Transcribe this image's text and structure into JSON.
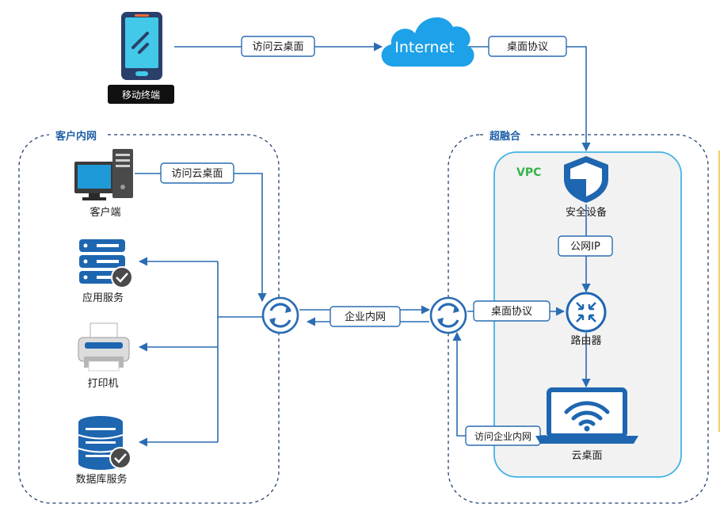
{
  "colors": {
    "line": "#2a6cb3",
    "cloud": "#1da1e8",
    "zone_title": "#1f5fa8",
    "vpc_title": "#36b24a",
    "vpc_fill": "#f2f2f2",
    "vpc_border": "#43b3e6",
    "icon_blue": "#1e66b0"
  },
  "mobile": {
    "label": "移动终端",
    "icon": "smartphone-icon"
  },
  "internet": {
    "label": "Internet",
    "icon": "cloud-icon"
  },
  "links": {
    "mobile_to_internet": "访问云桌面",
    "internet_to_vpc": "桌面协议",
    "client_to_switch": "访问云桌面",
    "enterprise_net": "企业内网",
    "switch_to_router": "桌面协议",
    "public_ip": "公网IP",
    "desktop_back": "访问企业内网"
  },
  "zones": {
    "customer": "客户内网",
    "hyper": "超融合",
    "vpc": "VPC"
  },
  "nodes": {
    "client": {
      "label": "客户端",
      "icon": "desktop-computer-icon"
    },
    "app_service": {
      "label": "应用服务",
      "icon": "server-icon"
    },
    "printer": {
      "label": "打印机",
      "icon": "printer-icon"
    },
    "db_service": {
      "label": "数据库服务",
      "icon": "database-icon"
    },
    "security": {
      "label": "安全设备",
      "icon": "shield-icon"
    },
    "router": {
      "label": "路由器",
      "icon": "router-icon"
    },
    "cloud_desktop": {
      "label": "云桌面",
      "icon": "wifi-laptop-icon"
    }
  }
}
